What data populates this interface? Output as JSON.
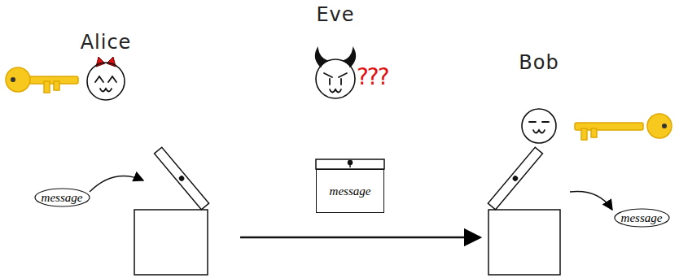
{
  "diagram": {
    "nodes": [
      {
        "text": [
          "Alice"
        ]
      },
      {
        "text": [
          "Eve"
        ]
      },
      {
        "text": [
          "Bob"
        ]
      },
      {
        "text": [
          "message"
        ]
      },
      {
        "text": [
          "message"
        ]
      },
      {
        "text": [
          "message"
        ]
      }
    ],
    "labels": [
      "???"
    ]
  }
}
